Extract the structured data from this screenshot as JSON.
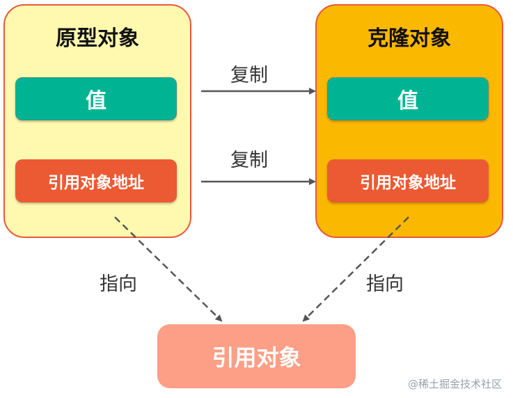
{
  "prototype": {
    "title": "原型对象",
    "value_label": "值",
    "ref_label": "引用对象地址"
  },
  "clone": {
    "title": "克隆对象",
    "value_label": "值",
    "ref_label": "引用对象地址"
  },
  "target": {
    "label": "引用对象"
  },
  "edges": {
    "copy_value_label": "复制",
    "copy_ref_label": "复制",
    "point_left_label": "指向",
    "point_right_label": "指向"
  },
  "watermark": "@稀土掘金技术社区",
  "colors": {
    "prototype_bg": "#fff9b0",
    "clone_bg": "#fbb800",
    "value_box": "#00b493",
    "ref_box": "#ec5a33",
    "target_box": "#fc9f86",
    "container_border": "#e8573a"
  }
}
